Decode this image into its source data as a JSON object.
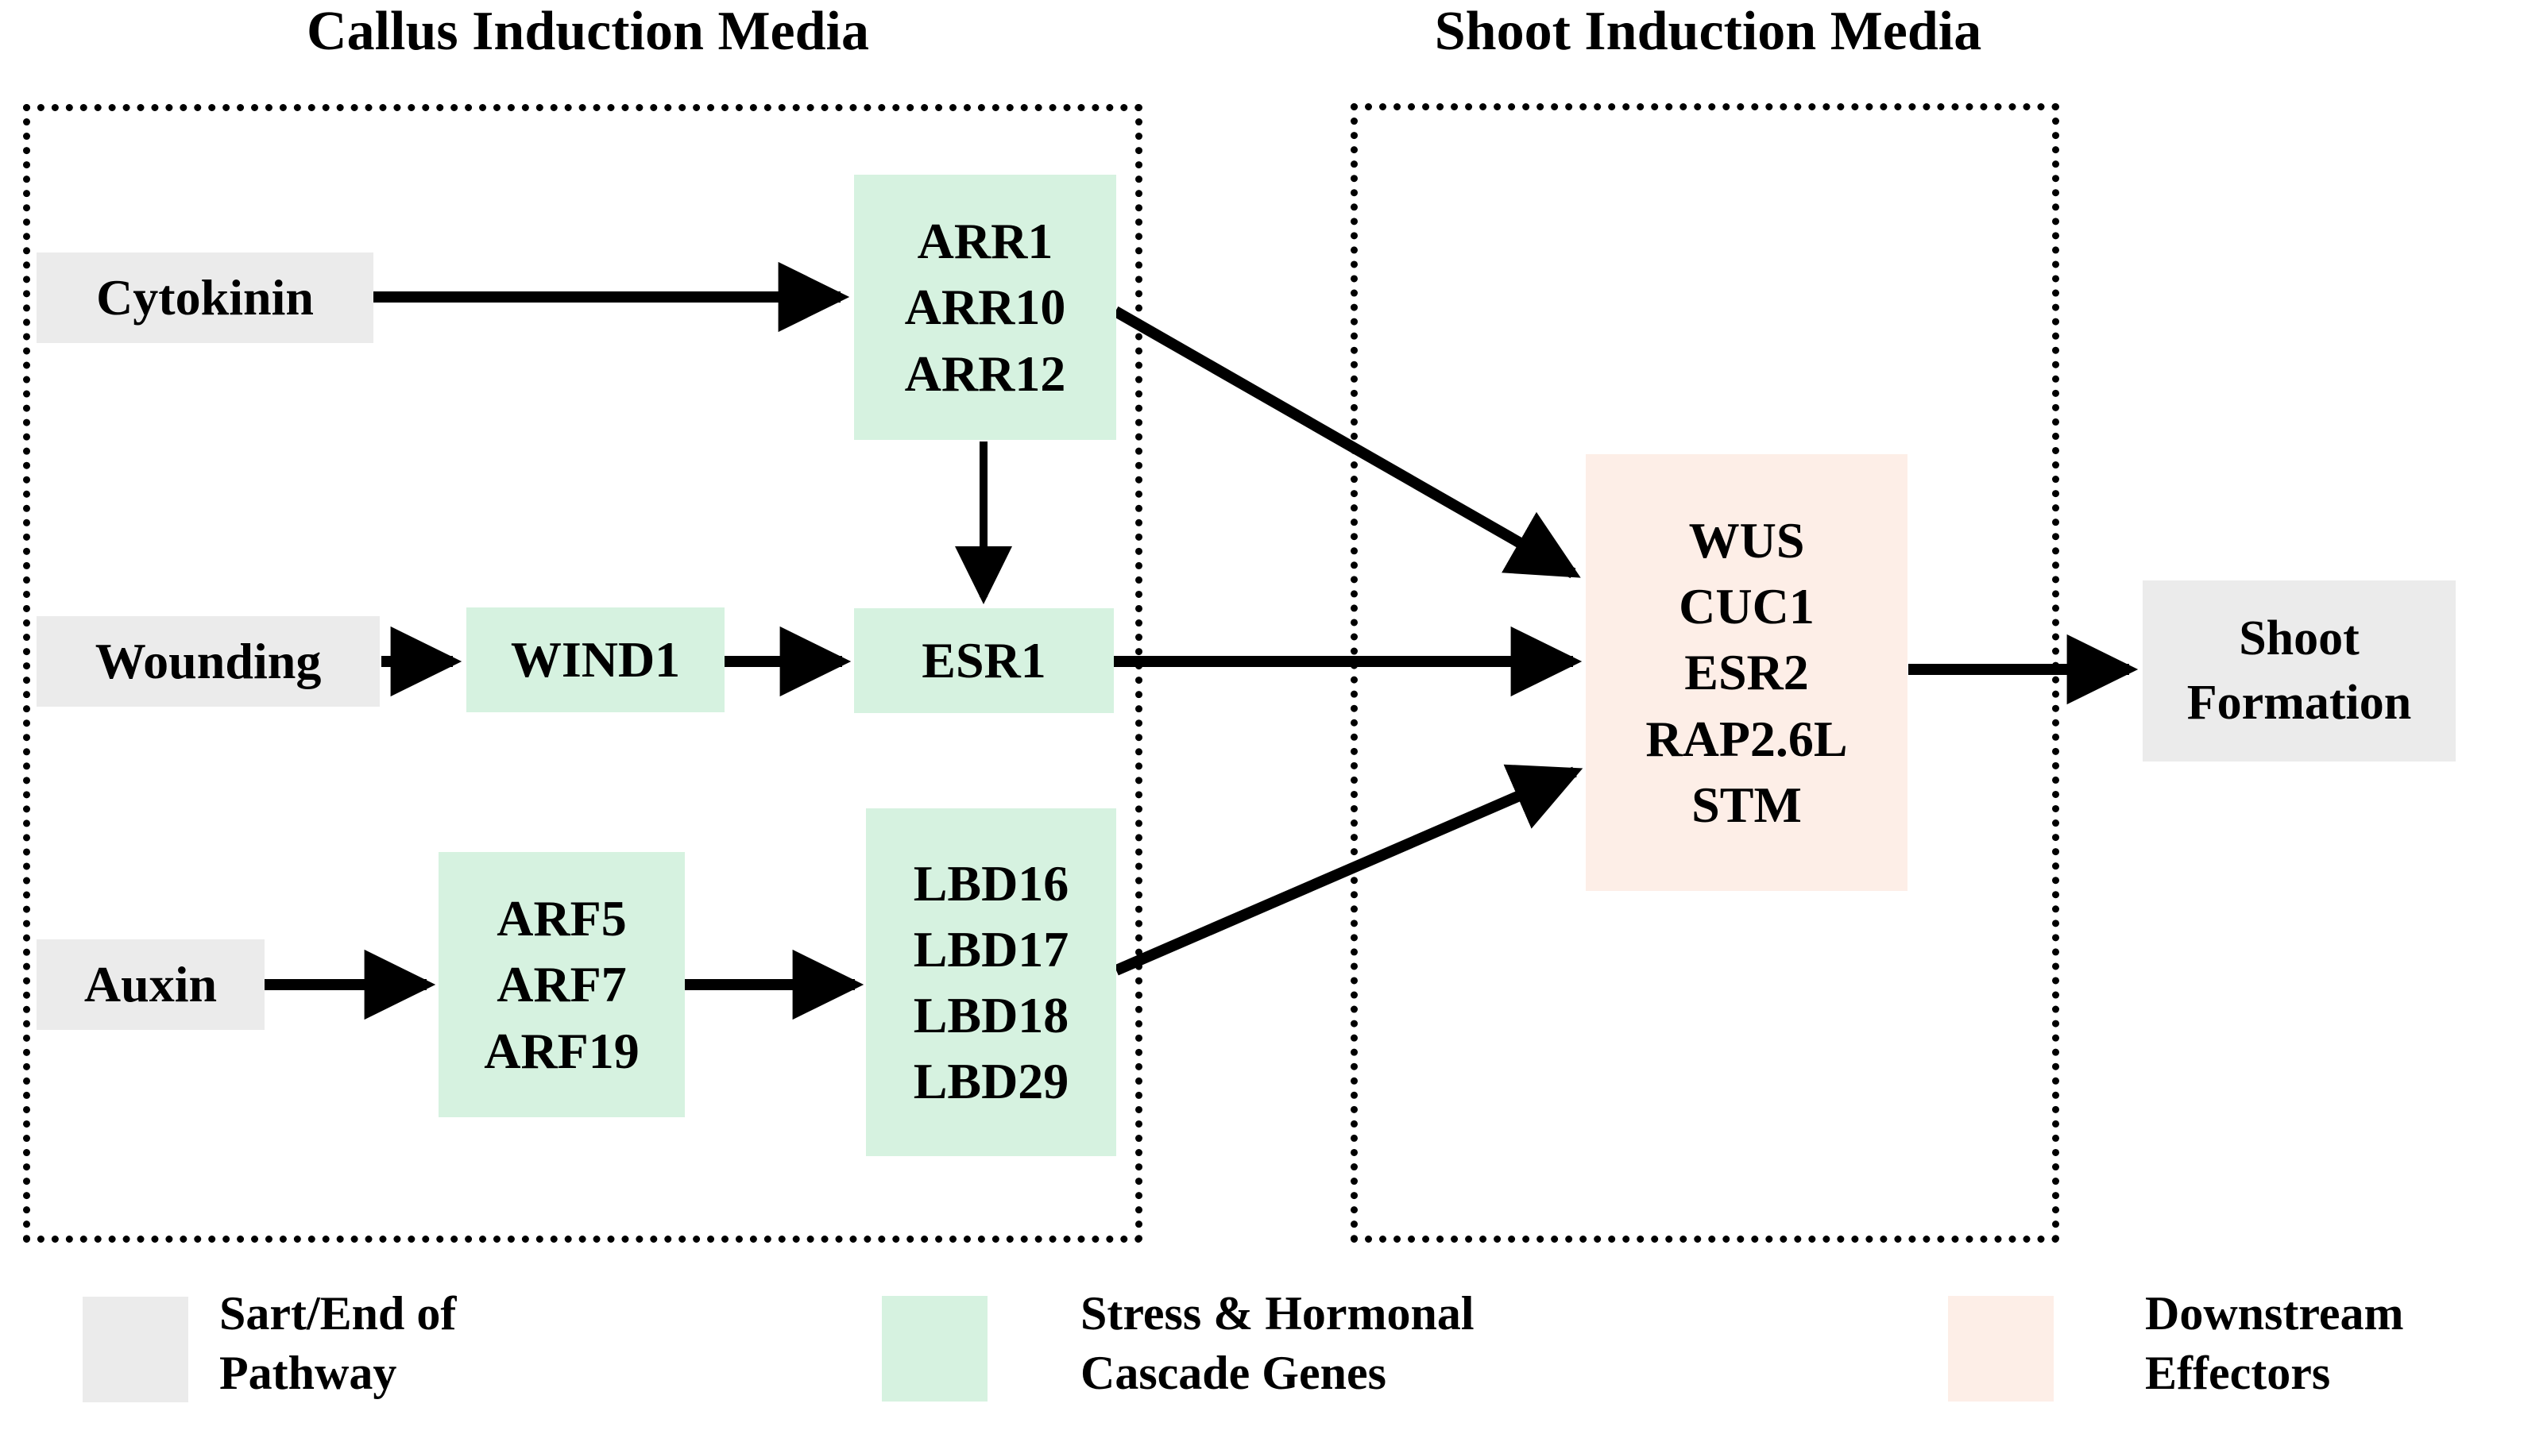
{
  "figure": {
    "title_callus": "Callus Induction Media",
    "title_shoot": "Shoot Induction Media"
  },
  "nodes": {
    "cytokinin": {
      "lines": [
        "Cytokinin"
      ]
    },
    "arr": {
      "lines": [
        "ARR1",
        "ARR10",
        "ARR12"
      ]
    },
    "wounding": {
      "lines": [
        "Wounding"
      ]
    },
    "wind1": {
      "lines": [
        "WIND1"
      ]
    },
    "esr1": {
      "lines": [
        "ESR1"
      ]
    },
    "auxin": {
      "lines": [
        "Auxin"
      ]
    },
    "arf": {
      "lines": [
        "ARF5",
        "ARF7",
        "ARF19"
      ]
    },
    "lbd": {
      "lines": [
        "LBD16",
        "LBD17",
        "LBD18",
        "LBD29"
      ]
    },
    "effectors": {
      "lines": [
        "WUS",
        "CUC1",
        "ESR2",
        "RAP2.6L",
        "STM"
      ]
    },
    "shoot_formation": {
      "lines": [
        "Shoot",
        "Formation"
      ]
    }
  },
  "legend": {
    "items": [
      {
        "label": "Sart/End of\nPathway",
        "color": "#ebebeb"
      },
      {
        "label": "Stress & Hormonal\nCascade Genes",
        "color": "#d6f2e0"
      },
      {
        "label": "Downstream\nEffectors",
        "color": "#fdeee7"
      }
    ]
  },
  "colors": {
    "start_end": "#ebebeb",
    "cascade_gene": "#d6f2e0",
    "downstream_effector": "#fdeee7",
    "arrow": "#000000",
    "compartment_border": "#000000",
    "background": "#ffffff"
  },
  "edges": [
    {
      "from": "cytokinin",
      "to": "arr",
      "style": "straight-right"
    },
    {
      "from": "arr",
      "to": "esr1",
      "style": "straight-down"
    },
    {
      "from": "arr",
      "to": "effectors",
      "style": "diagonal-down-right"
    },
    {
      "from": "wounding",
      "to": "wind1",
      "style": "straight-right"
    },
    {
      "from": "wind1",
      "to": "esr1",
      "style": "straight-right"
    },
    {
      "from": "esr1",
      "to": "effectors",
      "style": "straight-right"
    },
    {
      "from": "auxin",
      "to": "arf",
      "style": "straight-right"
    },
    {
      "from": "arf",
      "to": "lbd",
      "style": "straight-right"
    },
    {
      "from": "lbd",
      "to": "effectors",
      "style": "diagonal-up-right"
    },
    {
      "from": "effectors",
      "to": "shoot_formation",
      "style": "straight-right"
    }
  ]
}
